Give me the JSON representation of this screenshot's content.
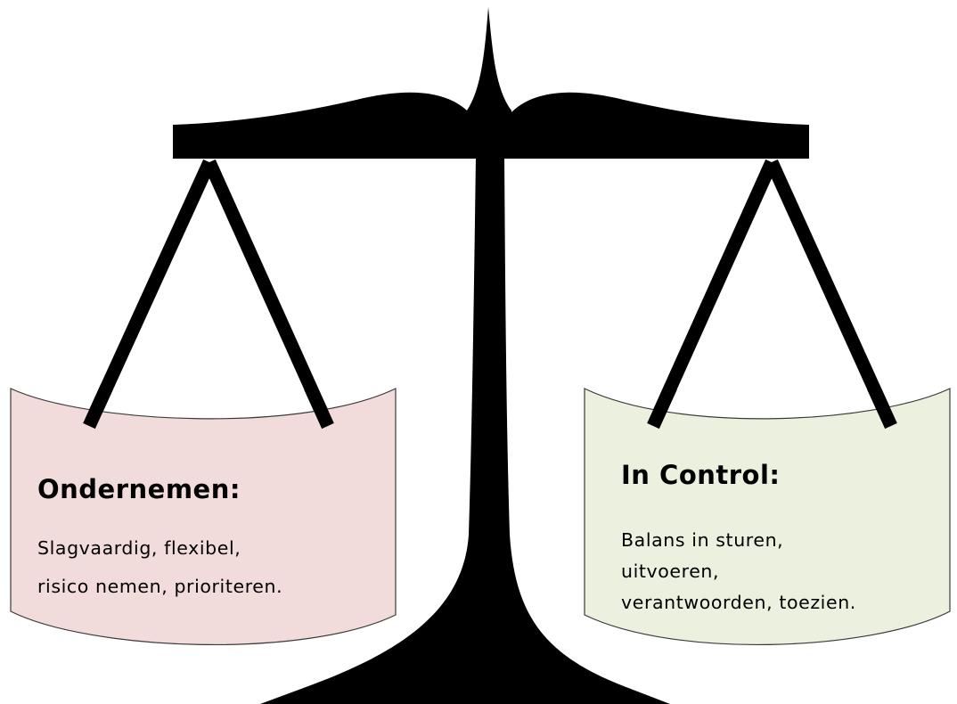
{
  "left_pan": {
    "title": "Ondernemen:",
    "lines": [
      "Slagvaardig, flexibel,",
      "risico nemen, prioriteren."
    ],
    "fill": "#f2dcdb"
  },
  "right_pan": {
    "title": "In Control:",
    "lines": [
      "Balans in sturen,",
      "uitvoeren,",
      "verantwoorden, toezien."
    ],
    "fill": "#ebf1de"
  },
  "scale": {
    "icon": "balance-scale-icon",
    "color": "#000000"
  }
}
